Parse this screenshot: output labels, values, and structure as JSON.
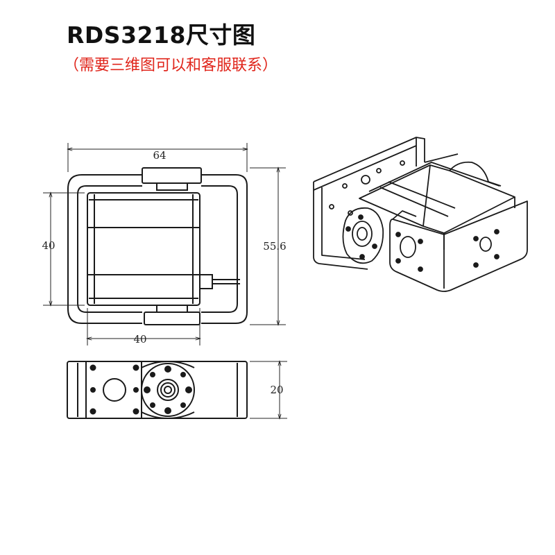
{
  "header": {
    "title": "RDS3218尺寸图",
    "subtitle": "（需要三维图可以和客服联系）"
  },
  "dimensions": {
    "top_width": "64",
    "left_height": "40",
    "right_height": "55.6",
    "bottom_width": "40",
    "side_height": "20"
  },
  "colors": {
    "line": "#1a1a1a",
    "title": "#111111",
    "subtitle": "#e0251b"
  }
}
